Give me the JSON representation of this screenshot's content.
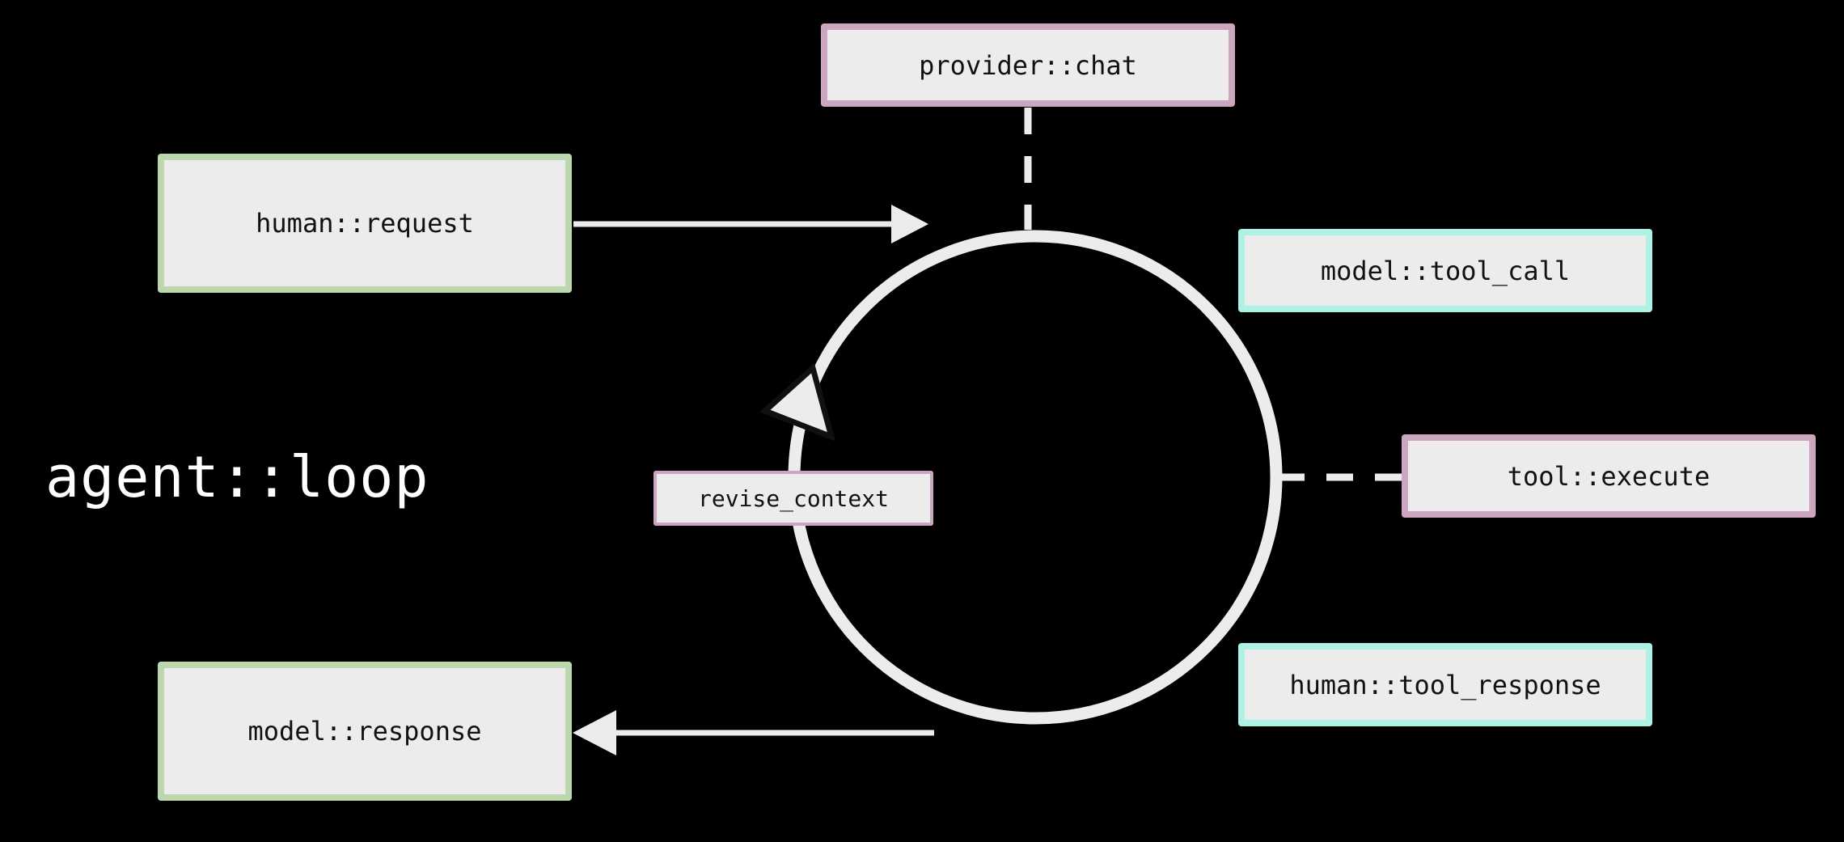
{
  "diagram": {
    "title": "agent::loop",
    "background_color": "#000000",
    "node_fill": "#ECECEC",
    "node_text_color": "#111111",
    "edge_color": "#ECECEC",
    "palette": {
      "green": "#BCD7AE",
      "cyan": "#ADF2E5",
      "mauve": "#CCA6C0"
    },
    "center_label": "agent::loop",
    "nodes": [
      {
        "id": "human_request",
        "label": "human::request",
        "accent": "green"
      },
      {
        "id": "model_response",
        "label": "model::response",
        "accent": "green"
      },
      {
        "id": "provider_chat",
        "label": "provider::chat",
        "accent": "mauve"
      },
      {
        "id": "model_tool_call",
        "label": "model::tool_call",
        "accent": "cyan"
      },
      {
        "id": "tool_execute",
        "label": "tool::execute",
        "accent": "mauve"
      },
      {
        "id": "human_tool_response",
        "label": "human::tool_response",
        "accent": "cyan"
      },
      {
        "id": "revise_context",
        "label": "revise_context",
        "accent": "mauve"
      }
    ],
    "edges": [
      {
        "from": "human_request",
        "to": "loop_circle",
        "style": "solid-arrow",
        "direction": "right"
      },
      {
        "from": "loop_circle",
        "to": "model_response",
        "style": "solid-arrow",
        "direction": "left"
      },
      {
        "from": "provider_chat",
        "to": "loop_circle",
        "style": "dashed",
        "direction": "down"
      },
      {
        "from": "loop_circle",
        "to": "tool_execute",
        "style": "dashed",
        "direction": "right"
      }
    ],
    "loop": {
      "shape": "circle",
      "rotation": "counter-clockwise",
      "arrowhead": "upper-left"
    }
  }
}
